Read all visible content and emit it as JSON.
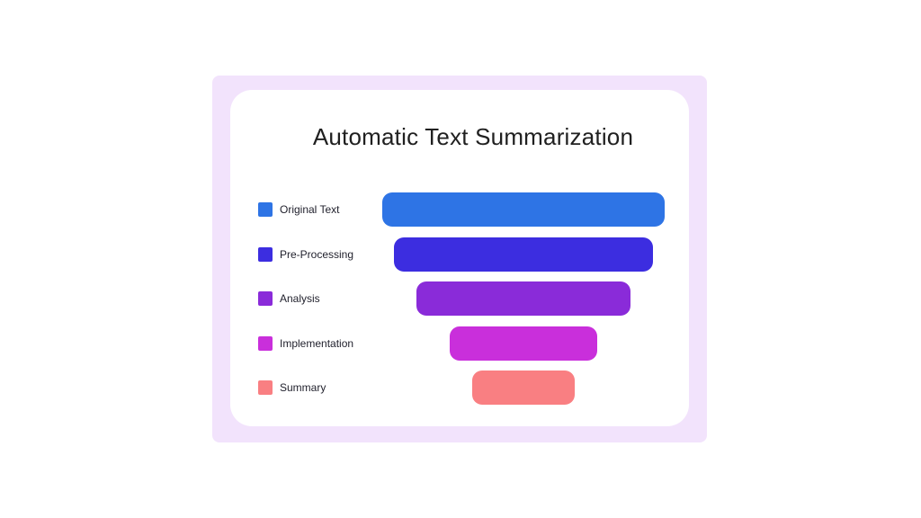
{
  "page": {
    "background": "#ffffff"
  },
  "panel": {
    "background": "#f2e3fc"
  },
  "card": {
    "background": "#ffffff"
  },
  "chart_data": {
    "type": "funnel",
    "title": "Automatic Text Summarization",
    "orientation": "horizontal-centered",
    "legend_position": "left",
    "value_unit": "percent-of-widest-bar",
    "stages": [
      {
        "label": "Original Text",
        "value": 100,
        "color": "#2e74e5"
      },
      {
        "label": "Pre-Processing",
        "value": 92,
        "color": "#3c2de0"
      },
      {
        "label": "Analysis",
        "value": 76,
        "color": "#8a2bd9"
      },
      {
        "label": "Implementation",
        "value": 52,
        "color": "#c92fdb"
      },
      {
        "label": "Summary",
        "value": 36,
        "color": "#f97f82"
      }
    ],
    "title_color": "#202020",
    "label_color": "#1f1f2b"
  }
}
